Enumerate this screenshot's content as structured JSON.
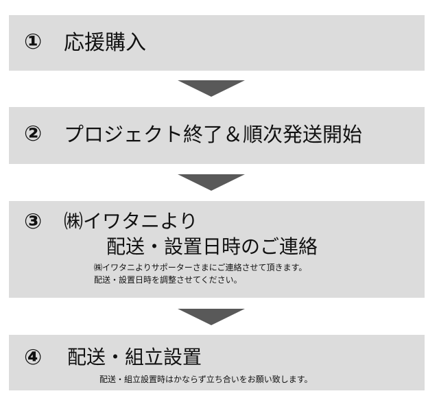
{
  "steps": [
    {
      "number": "①",
      "title": "応援購入"
    },
    {
      "number": "②",
      "title": "プロジェクト終了＆順次発送開始"
    },
    {
      "number": "③",
      "title_line1": "㈱イワタニより",
      "title_line2": "配送・設置日時のご連絡",
      "note_line1": "㈱イワタニよりサポーターさまにご連絡させて頂きます。",
      "note_line2": "配送・設置日時を調整させてください。"
    },
    {
      "number": "④",
      "title": "配送・組立設置",
      "note_line1": "配送・組立設置時はかならず立ち合いをお願い致します。"
    }
  ],
  "colors": {
    "box_background": "#dcdcdc",
    "arrow": "#595959"
  },
  "icons": {
    "arrow": "down-triangle"
  }
}
